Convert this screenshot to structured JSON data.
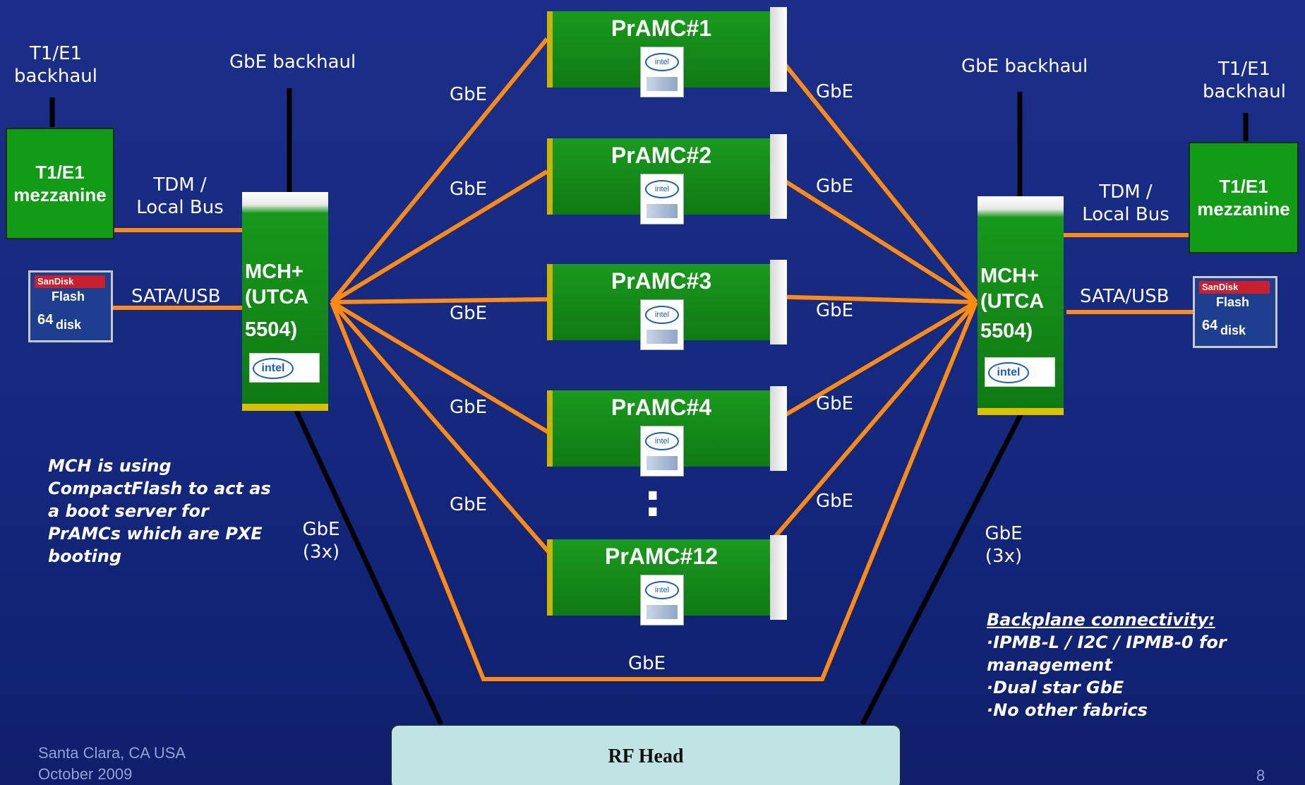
{
  "slide": {
    "t1_left": {
      "label_line1": "T1/E1",
      "label_line2": "backhaul",
      "box_line1": "T1/E1",
      "box_line2": "mezzanine"
    },
    "t1_right": {
      "label_line1": "T1/E1",
      "label_line2": "backhaul",
      "box_line1": "T1/E1",
      "box_line2": "mezzanine"
    },
    "gbe_backhaul_left": "GbE backhaul",
    "gbe_backhaul_right": "GbE backhaul",
    "tdm_left": {
      "line1": "TDM /",
      "line2": "Local Bus"
    },
    "tdm_right": {
      "line1": "TDM /",
      "line2": "Local Bus"
    },
    "sata_left": "SATA/USB",
    "sata_right": "SATA/USB",
    "flash_card": {
      "brand": "SanDisk",
      "line1": "Flash",
      "num": "64",
      "line2": "disk"
    },
    "mch_left": {
      "line1": "MCH+",
      "line2": "(UTCA",
      "line3": "5504)",
      "logo": "intel"
    },
    "mch_right": {
      "line1": "MCH+",
      "line2": "(UTCA",
      "line3": "5504)",
      "logo": "intel"
    },
    "pramc": [
      {
        "name": "PrAMC#1"
      },
      {
        "name": "PrAMC#2"
      },
      {
        "name": "PrAMC#3"
      },
      {
        "name": "PrAMC#4"
      },
      {
        "name": "PrAMC#12"
      }
    ],
    "chip_logo": "intel",
    "gbe": "GbE",
    "gbe3x": {
      "line1": "GbE",
      "line2": "(3x)"
    },
    "ellipsis": ":",
    "note_left": [
      "MCH is using",
      "CompactFlash to act as",
      "a boot server for",
      "PrAMCs which are PXE",
      "booting"
    ],
    "note_right": {
      "title": "Backplane connectivity:",
      "lines": [
        "·IPMB-L / I2C / IPMB-0 for",
        "management",
        "·Dual star GbE",
        "·No other fabrics"
      ]
    },
    "rf_head": "RF Head",
    "footer": {
      "line1": "Santa Clara, CA   USA",
      "line2": "October 2009",
      "page": "8"
    },
    "colors": {
      "background": "#14287e",
      "wire": "#ff8a14",
      "green": "#129b16",
      "rf": "#c0e4e4"
    }
  }
}
